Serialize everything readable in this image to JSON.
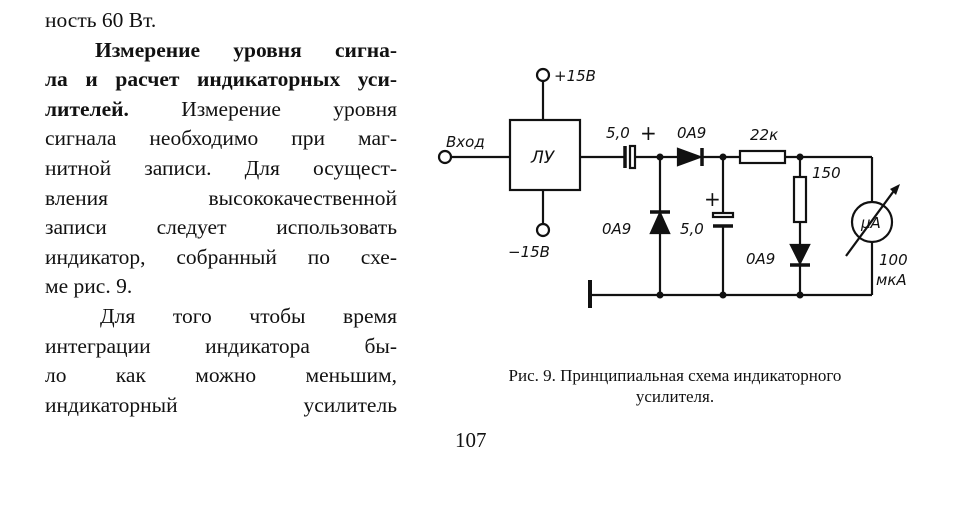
{
  "text_lines": [
    {
      "bold": "",
      "normal": "ность 60 Вт."
    },
    {
      "bold": "Измерение уровня сигна-",
      "normal": ""
    },
    {
      "bold": "ла и расчет индикаторных уси-",
      "normal": ""
    },
    {
      "bold": "лителей.",
      "normal": " Измерение уровня"
    },
    {
      "bold": "",
      "normal": "сигнала необходимо при маг-"
    },
    {
      "bold": "",
      "normal": "нитной записи. Для осущест-"
    },
    {
      "bold": "",
      "normal": "вления высококачественной"
    },
    {
      "bold": "",
      "normal": "записи следует использовать"
    },
    {
      "bold": "",
      "normal": "индикатор, собранный по схе-"
    },
    {
      "bold": "",
      "normal": "ме рис. 9."
    },
    {
      "bold": "",
      "normal": "Для того чтобы время"
    },
    {
      "bold": "",
      "normal": "интеграции индикатора бы-"
    },
    {
      "bold": "",
      "normal": "ло как можно меньшим,"
    },
    {
      "bold": "",
      "normal": "индикаторный усилитель"
    }
  ],
  "schematic": {
    "plus_supply": "+15В",
    "minus_supply": "−15В",
    "input": "Вход",
    "amplifier": "ЛУ",
    "c1": "5,0",
    "c1_plus": "+",
    "d_series": "0А9",
    "r1": "22к",
    "r2": "150",
    "d_shunt": "0А9",
    "c2": "5,0",
    "c2_plus": "+",
    "d_meter": "0А9",
    "meter": "μA",
    "meter_value": "100",
    "meter_unit": "мкА"
  },
  "caption": {
    "line1": "Рис. 9. Принципиальная схема индикаторного",
    "line2": "усилителя."
  },
  "page_number": "107"
}
